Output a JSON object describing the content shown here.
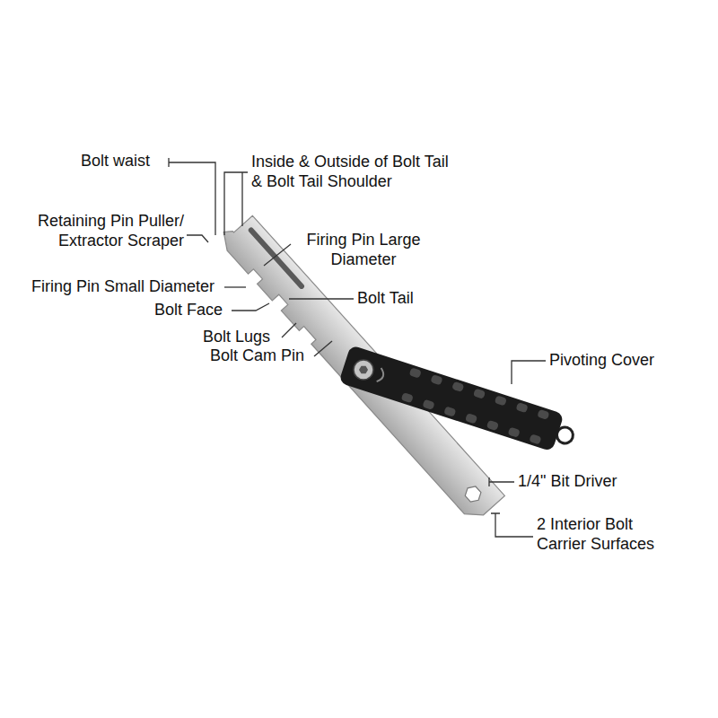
{
  "diagram": {
    "labels": [
      "Bolt waist",
      "Inside & Outside of Bolt Tail & Bolt Tail Shoulder",
      "Retaining Pin Puller/ Extractor Scraper",
      "Firing Pin Large Diameter",
      "Firing Pin Small Diameter",
      "Bolt Face",
      "Bolt Tail",
      "Bolt Lugs",
      "Bolt Cam Pin",
      "Pivoting Cover",
      "1/4\" Bit Driver",
      "2 Interior Bolt Carrier Surfaces"
    ]
  }
}
